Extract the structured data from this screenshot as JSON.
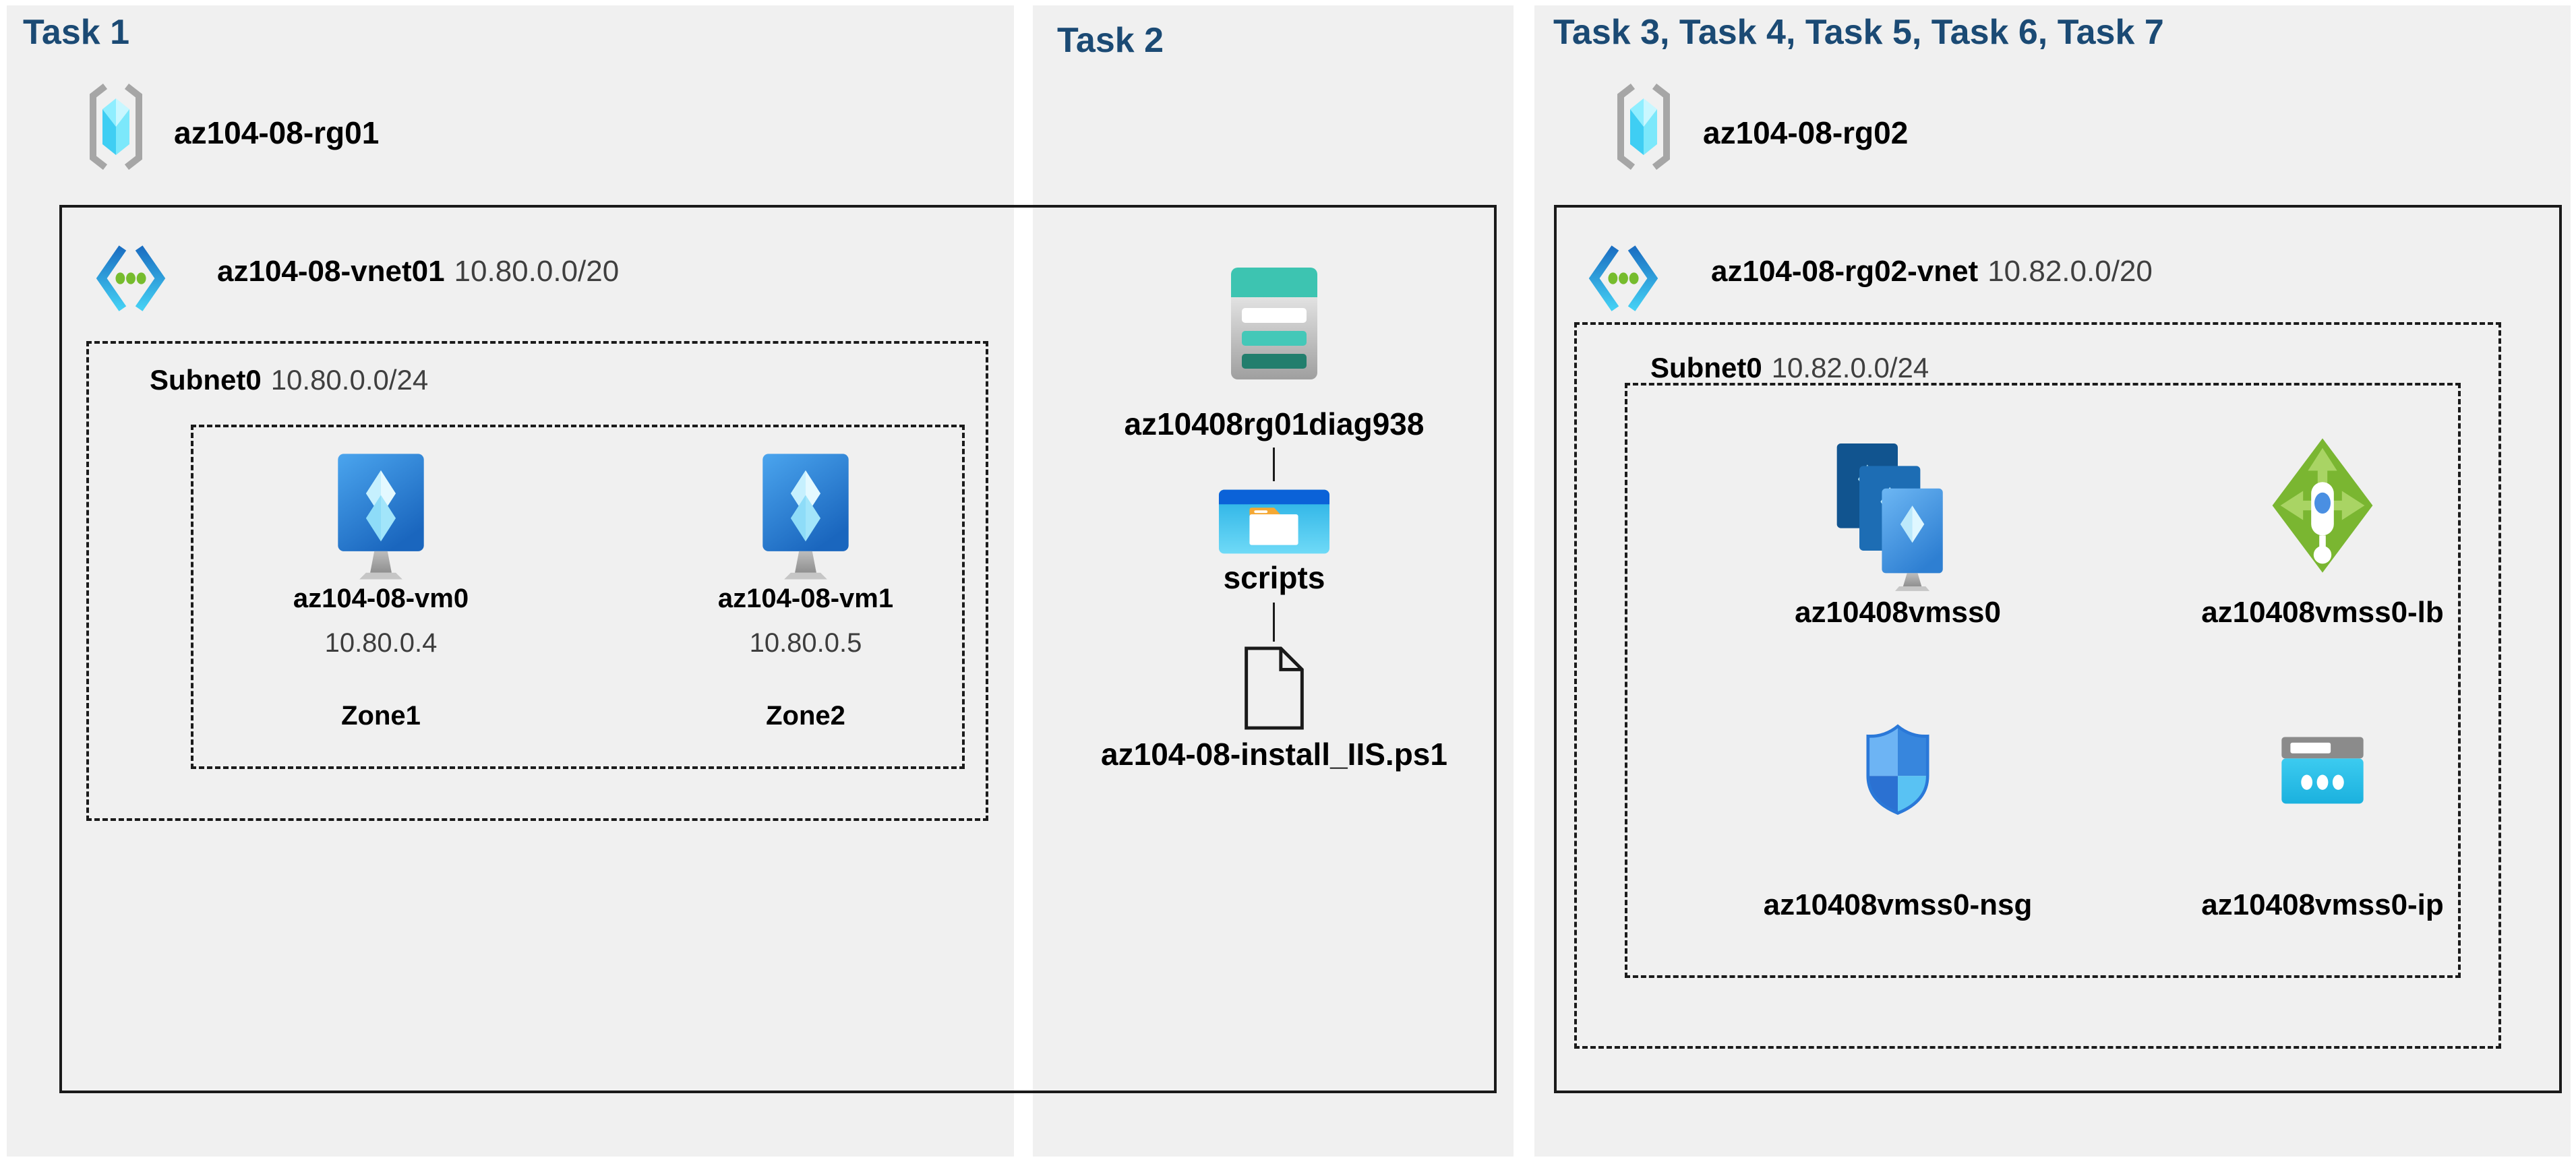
{
  "colors": {
    "title": "#1b4a74",
    "panel_background": "#f0f0f0",
    "box_border": "#1a1a1a",
    "storage_teal": "#3dc4b1",
    "vnet_dot_green": "#76bc2d",
    "lb_green": "#7ab631",
    "vm_blue": "#1d6db4",
    "ip_cyan": "#2cc3ea"
  },
  "panels": {
    "task1": {
      "title": "Task 1",
      "resource_group": "az104-08-rg01",
      "vnet": {
        "name": "az104-08-vnet01",
        "cidr": "10.80.0.0/20"
      },
      "subnet": {
        "name": "Subnet0",
        "cidr": "10.80.0.0/24"
      },
      "vms": [
        {
          "name": "az104-08-vm0",
          "ip": "10.80.0.4",
          "zone": "Zone1"
        },
        {
          "name": "az104-08-vm1",
          "ip": "10.80.0.5",
          "zone": "Zone2"
        }
      ]
    },
    "task2": {
      "title": "Task 2",
      "storage_account": "az10408rg01diag938",
      "folder": "scripts",
      "file": "az104-08-install_IIS.ps1"
    },
    "task3": {
      "title": "Task 3, Task 4, Task 5, Task 6, Task 7",
      "resource_group": "az104-08-rg02",
      "vnet": {
        "name": "az104-08-rg02-vnet",
        "cidr": "10.82.0.0/20"
      },
      "subnet": {
        "name": "Subnet0",
        "cidr": "10.82.0.0/24"
      },
      "resources": [
        {
          "name": "az10408vmss0",
          "type": "virtual-machine-scale-set"
        },
        {
          "name": "az10408vmss0-lb",
          "type": "load-balancer"
        },
        {
          "name": "az10408vmss0-nsg",
          "type": "network-security-group"
        },
        {
          "name": "az10408vmss0-ip",
          "type": "public-ip-address"
        }
      ]
    }
  }
}
